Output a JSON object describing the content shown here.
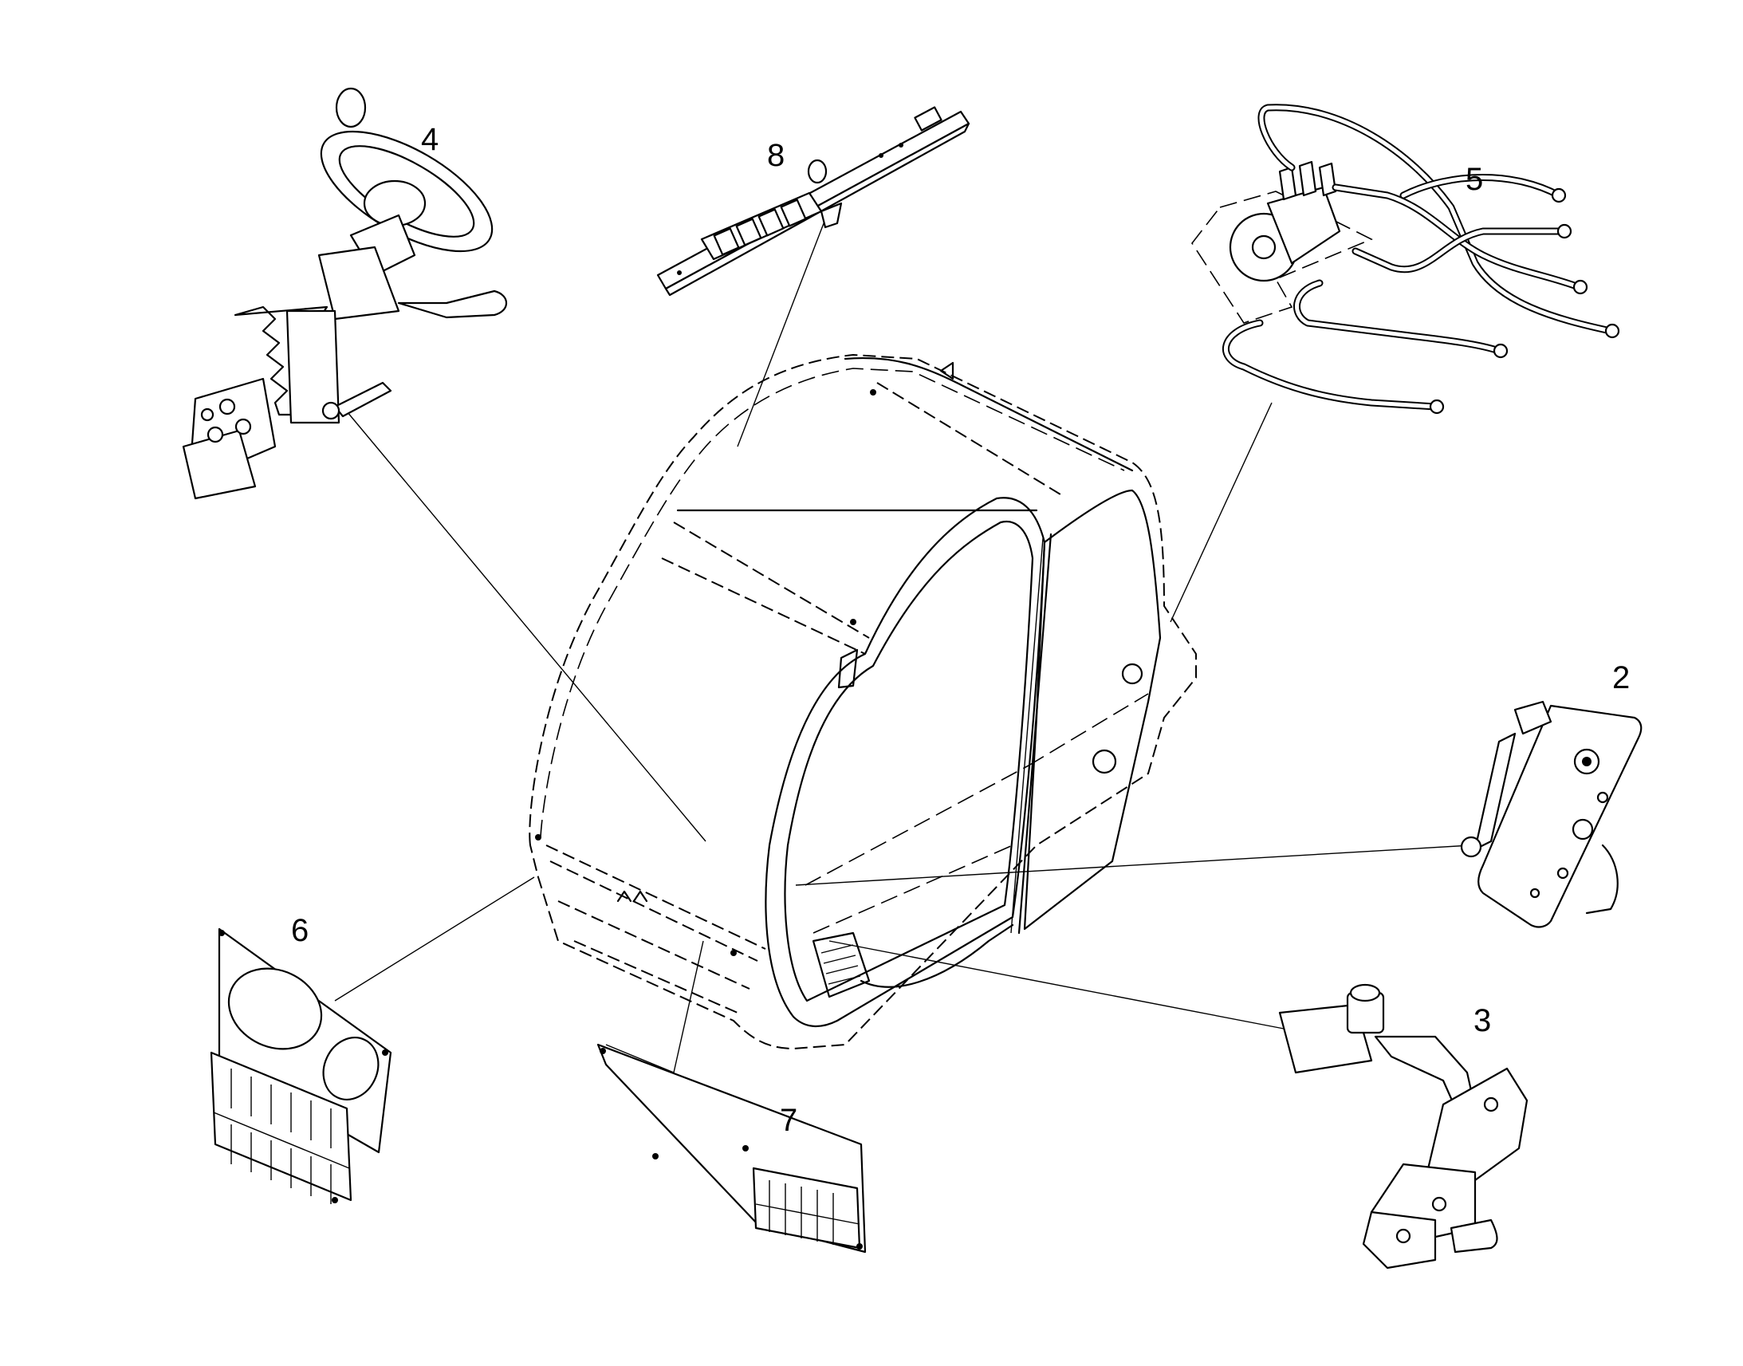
{
  "diagram": {
    "callouts": [
      {
        "id": "1",
        "label": "2"
      },
      {
        "id": "2",
        "label": "3"
      },
      {
        "id": "3",
        "label": "4"
      },
      {
        "id": "4",
        "label": "5"
      },
      {
        "id": "5",
        "label": "6"
      },
      {
        "id": "6",
        "label": "7"
      },
      {
        "id": "7",
        "label": "8"
      }
    ],
    "parts": [
      {
        "name": "cab-frame"
      },
      {
        "name": "side-panel-assembly",
        "callout": "2"
      },
      {
        "name": "joystick-lever-assembly",
        "callout": "3"
      },
      {
        "name": "steering-column-assembly",
        "callout": "4"
      },
      {
        "name": "steering-valve-hoses",
        "callout": "5"
      },
      {
        "name": "dashboard-switch-panel",
        "callout": "6"
      },
      {
        "name": "lower-switch-panel",
        "callout": "7"
      },
      {
        "name": "overhead-switch-panel",
        "callout": "8"
      }
    ]
  }
}
